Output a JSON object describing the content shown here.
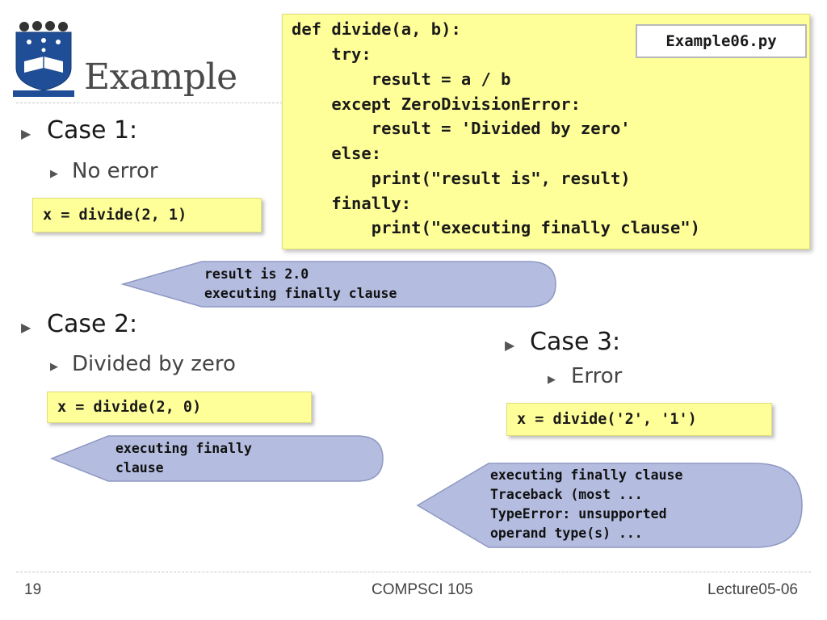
{
  "slide": {
    "title": "Example",
    "code_filename": "Example06.py",
    "code_lines": [
      "def divide(a, b):",
      "    try:",
      "        result = a / b",
      "    except ZeroDivisionError:",
      "        result = 'Divided by zero'",
      "    else:",
      "        print(\"result is\", result)",
      "    finally:",
      "        print(\"executing finally clause\")"
    ],
    "cases": [
      {
        "heading": "Case 1:",
        "subheading": "No error",
        "call": "x = divide(2, 1)",
        "output": [
          "result is 2.0",
          "executing finally clause"
        ]
      },
      {
        "heading": "Case 2:",
        "subheading": "Divided by zero",
        "call": "x = divide(2, 0)",
        "output": [
          "executing finally",
          "clause"
        ]
      },
      {
        "heading": "Case 3:",
        "subheading": "Error",
        "call": "x = divide('2', '1')",
        "output": [
          "executing finally clause",
          "Traceback (most ...",
          "TypeError: unsupported",
          "operand type(s) ..."
        ]
      }
    ],
    "footer": {
      "page_number": "19",
      "course": "COMPSCI 105",
      "lecture": "Lecture05-06"
    },
    "colors": {
      "code_background": "#ffff99",
      "bubble_fill": "#b4bde0",
      "bubble_stroke": "#8f98c2"
    }
  }
}
